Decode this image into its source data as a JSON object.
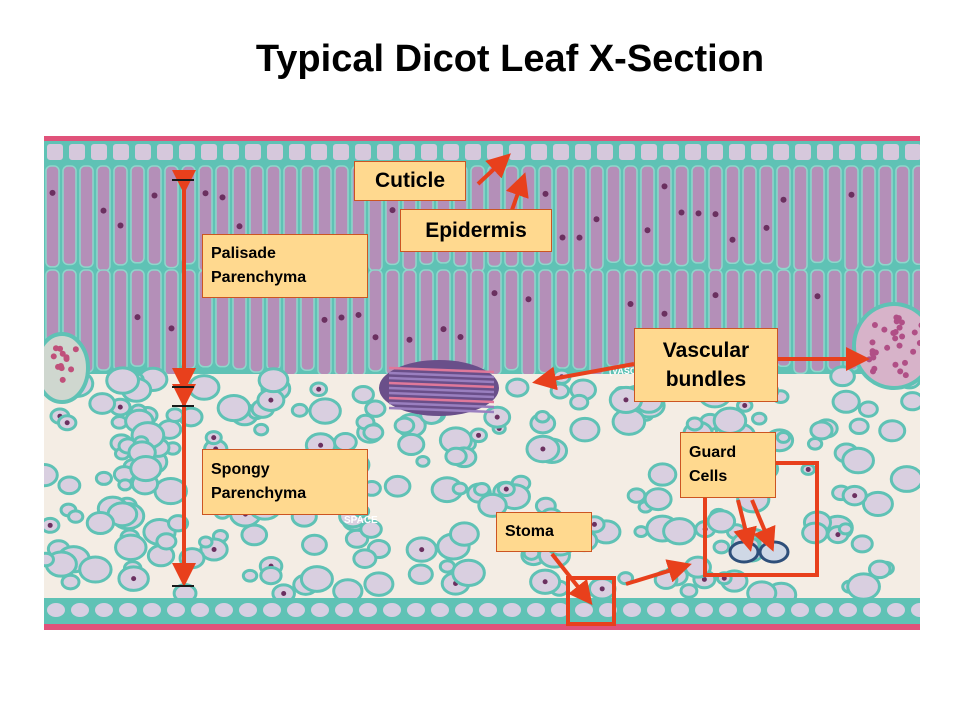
{
  "title": "Typical Dicot Leaf X-Section",
  "labels": {
    "cuticle": "Cuticle",
    "epidermis": "Epidermis",
    "palisade": "Palisade\nParenchyma",
    "spongy": "Spongy\nParenchyma",
    "vascular": "Vascular\nbundles",
    "guard": "Guard\nCells",
    "stoma": "Stoma"
  },
  "micrograph_text": {
    "space": "SPACE",
    "vasc": "(VASC"
  },
  "colors": {
    "label_fill": "#ffd98f",
    "label_border": "#cc5522",
    "arrow": "#e8401c",
    "cuticle_pink": "#e0527a",
    "cell_wall": "#5fc2b5",
    "cell_fill": "#b48fb8",
    "nucleus": "#6b3060",
    "air_space": "#f4ede4"
  }
}
